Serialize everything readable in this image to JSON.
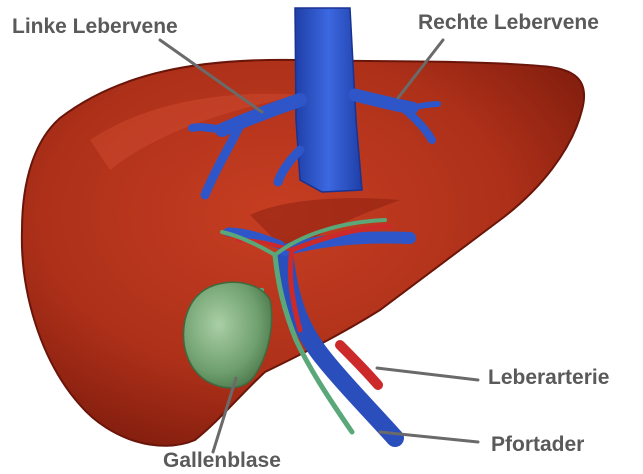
{
  "labels": {
    "left_hepatic_vein": "Linke Lebervene",
    "right_hepatic_vein": "Rechte Lebervene",
    "hepatic_artery": "Leberarterie",
    "portal_vein": "Pfortader",
    "gallbladder": "Gallenblase"
  },
  "colors": {
    "liver": "#b2331a",
    "liver_dark": "#7d1a0c",
    "vein": "#2f56c8",
    "artery": "#cc2a2a",
    "bile_duct": "#58a878",
    "gallbladder": "#7fae82",
    "label_text": "#5a5a5a",
    "leader_line": "#6a6a6a"
  }
}
